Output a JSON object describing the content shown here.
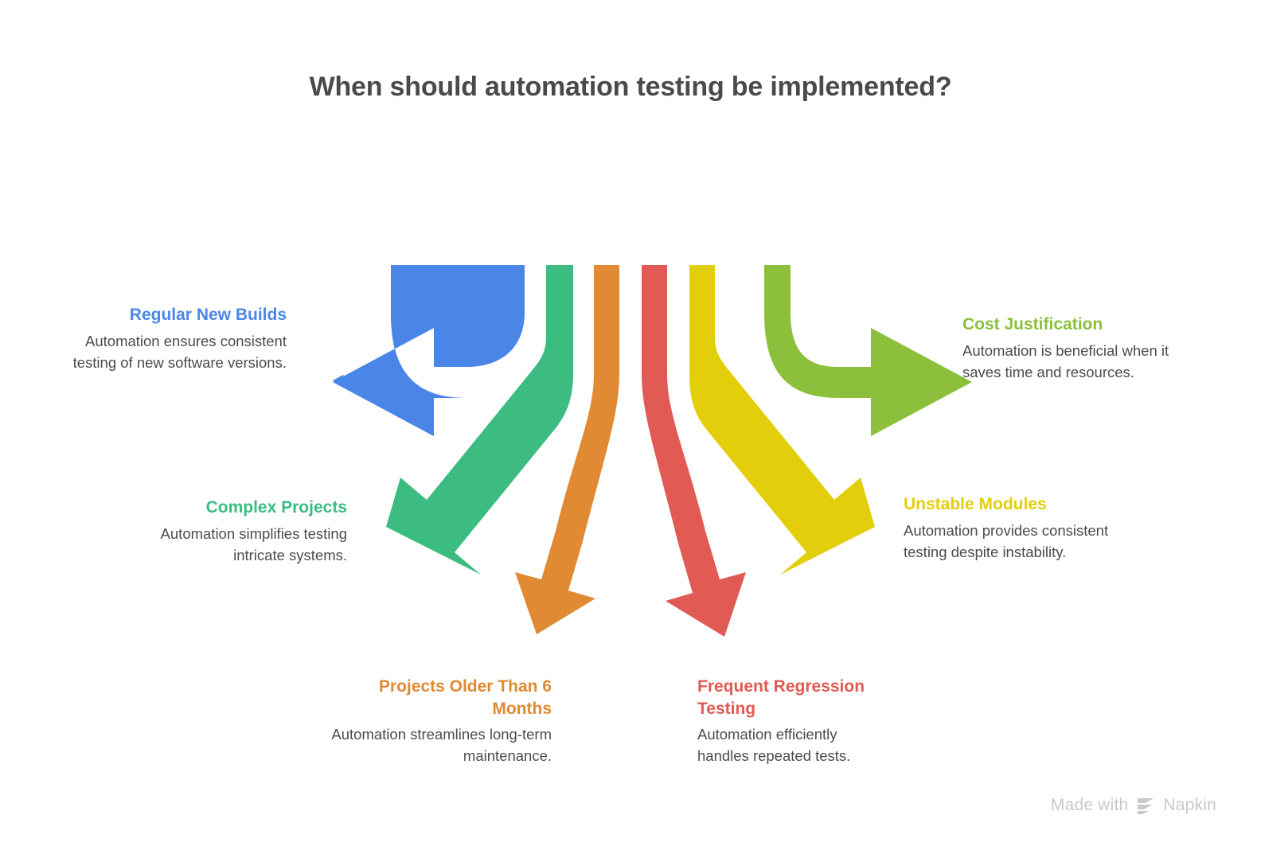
{
  "page": {
    "title": "When should automation testing be implemented?",
    "background": "#ffffff",
    "title_color": "#4a4a4a",
    "body_text_color": "#4c4c4c"
  },
  "watermark": {
    "prefix": "Made with",
    "brand": "Napkin",
    "icon": "napkin-logo-icon",
    "color": "#c8c8c8"
  },
  "diagram": {
    "type": "diverging-arrows",
    "description": "Six colored ribbon arrows rise from a common bundle at top center and fan out to six labelled callouts.",
    "branches": [
      {
        "id": "regular-new-builds",
        "title": "Regular New Builds",
        "body": "Automation ensures consistent testing of new software versions.",
        "color": "#4a86e8",
        "direction": "left",
        "align": "right"
      },
      {
        "id": "complex-projects",
        "title": "Complex Projects",
        "body": "Automation simplifies testing intricate systems.",
        "color": "#3cbc81",
        "direction": "down-left",
        "align": "right"
      },
      {
        "id": "projects-older-than-6-months",
        "title": "Projects Older Than 6 Months",
        "body": "Automation streamlines long-term maintenance.",
        "color": "#e08a33",
        "direction": "down",
        "align": "right"
      },
      {
        "id": "frequent-regression-testing",
        "title": "Frequent Regression Testing",
        "body": "Automation efficiently handles repeated tests.",
        "color": "#e15a54",
        "direction": "down",
        "align": "left"
      },
      {
        "id": "unstable-modules",
        "title": "Unstable Modules",
        "body": "Automation provides consistent testing despite instability.",
        "color": "#e3ce0b",
        "direction": "down-right",
        "align": "left"
      },
      {
        "id": "cost-justification",
        "title": "Cost Justification",
        "body": "Automation is beneficial when it saves time and resources.",
        "color": "#8cc03c",
        "direction": "right",
        "align": "left"
      }
    ]
  }
}
